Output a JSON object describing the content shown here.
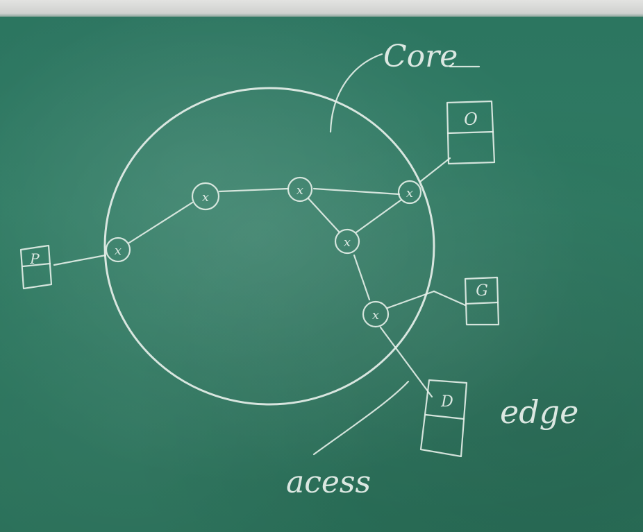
{
  "labels": {
    "core": "Core",
    "edge": "edge",
    "access": "acess"
  },
  "node_mark": "x",
  "host_marks": {
    "left": "P",
    "top_right": "O",
    "mid_right": "G",
    "bottom_right": "D"
  },
  "colors": {
    "board": "#2f7a62",
    "chalk": "#e6efe9",
    "frame": "#dcdcda"
  }
}
